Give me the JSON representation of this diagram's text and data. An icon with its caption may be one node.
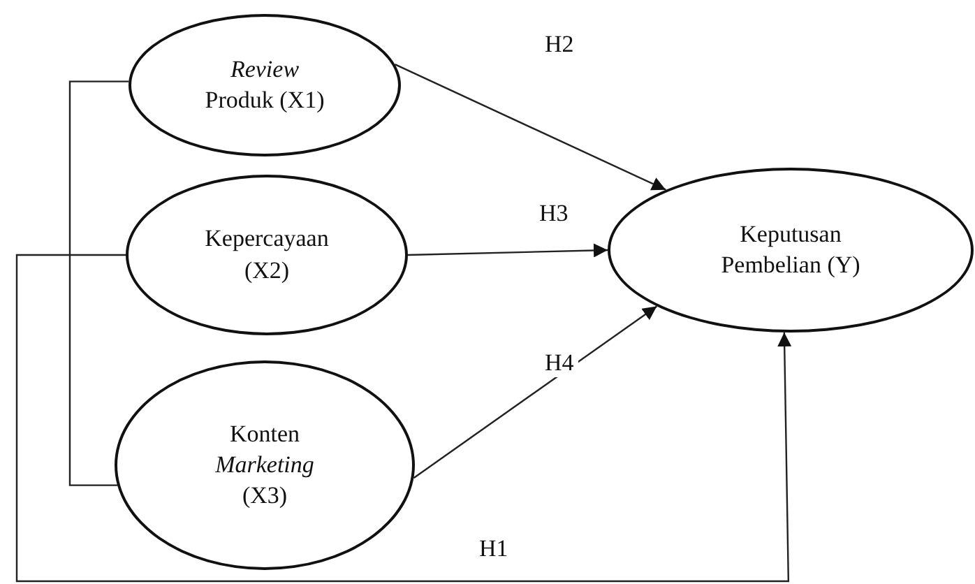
{
  "diagram": {
    "nodes": [
      {
        "text": [
          "*Review* Produk (X1)"
        ]
      },
      {
        "text": [
          "Kepercayaan (X2)"
        ]
      },
      {
        "text": [
          "Konten *Marketing* (X3)"
        ]
      },
      {
        "text": [
          "Keputusan Pembelian (Y)"
        ]
      }
    ],
    "edges": [
      {
        "from": 0,
        "to": 3,
        "arrow": "to",
        "label": "H2"
      },
      {
        "from": 1,
        "to": 3,
        "arrow": "to",
        "label": "H3"
      },
      {
        "from": 2,
        "to": 3,
        "arrow": "to",
        "label": "H4"
      },
      {
        "from": 0,
        "to": 2,
        "arrow": "none"
      },
      {
        "from": 1,
        "to": 3,
        "arrow": "to",
        "label": "H1"
      }
    ]
  }
}
